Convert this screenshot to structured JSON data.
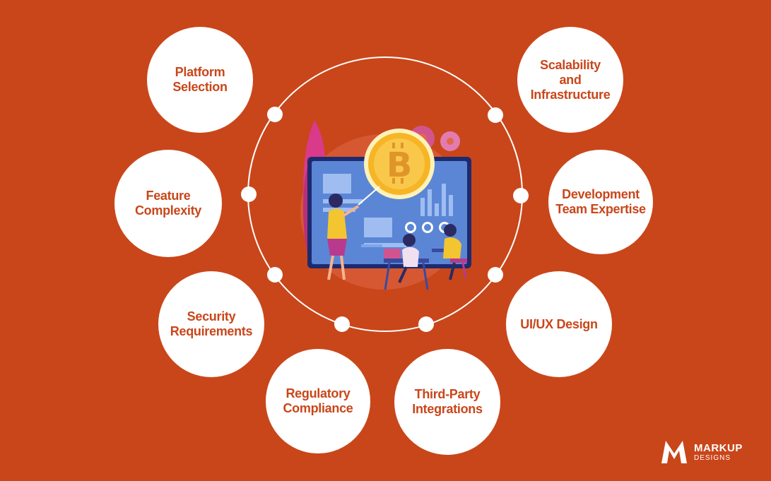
{
  "nodes": [
    {
      "id": "platform-selection",
      "label": "Platform\nSelection"
    },
    {
      "id": "feature-complexity",
      "label": "Feature\nComplexity"
    },
    {
      "id": "security-requirements",
      "label": "Security\nRequirements"
    },
    {
      "id": "regulatory-compliance",
      "label": "Regulatory\nCompliance"
    },
    {
      "id": "third-party-integrations",
      "label": "Third-Party\nIntegrations"
    },
    {
      "id": "ui-ux-design",
      "label": "UI/UX Design"
    },
    {
      "id": "development-team-expertise",
      "label": "Development\nTeam Expertise"
    },
    {
      "id": "scalability-infrastructure",
      "label": "Scalability\nand\nInfrastructure"
    }
  ],
  "logo": {
    "brand": "MARKUP",
    "sub": "DESIGNS"
  },
  "colors": {
    "background": "#c9461a",
    "node": "#ffffff",
    "text": "#c9461a",
    "bitcoin": "#f6b526"
  },
  "icons": [
    "bitcoin-icon",
    "gear-icon",
    "presenter-illustration"
  ]
}
